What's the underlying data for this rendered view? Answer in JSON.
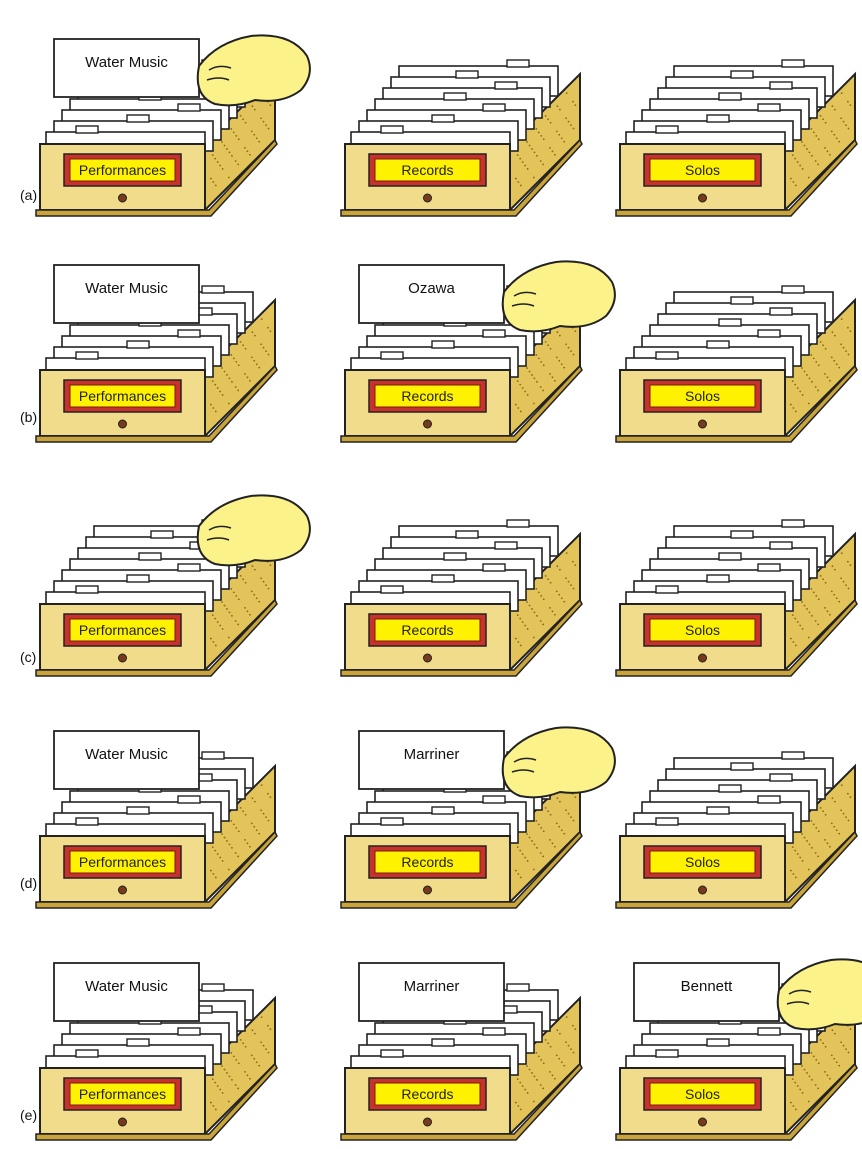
{
  "colors": {
    "box_front": "#f0dc8a",
    "box_side": "#e3c45a",
    "box_dark": "#c9a43a",
    "label_frame": "#c8322c",
    "label_fill": "#fff200",
    "card": "#ffffff",
    "outline": "#222222",
    "hand": "#fbf28a"
  },
  "rows": [
    {
      "tag": "(a)",
      "boxes": [
        {
          "label": "Performances",
          "card": "Water Music",
          "hand": true
        },
        {
          "label": "Records",
          "card": "",
          "hand": false
        },
        {
          "label": "Solos",
          "card": "",
          "hand": false
        }
      ]
    },
    {
      "tag": "(b)",
      "boxes": [
        {
          "label": "Performances",
          "card": "Water Music",
          "hand": false
        },
        {
          "label": "Records",
          "card": "Ozawa",
          "hand": true
        },
        {
          "label": "Solos",
          "card": "",
          "hand": false
        }
      ]
    },
    {
      "tag": "(c)",
      "boxes": [
        {
          "label": "Performances",
          "card": "",
          "hand": true
        },
        {
          "label": "Records",
          "card": "",
          "hand": false
        },
        {
          "label": "Solos",
          "card": "",
          "hand": false
        }
      ]
    },
    {
      "tag": "(d)",
      "boxes": [
        {
          "label": "Performances",
          "card": "Water Music",
          "hand": false
        },
        {
          "label": "Records",
          "card": "Marriner",
          "hand": true
        },
        {
          "label": "Solos",
          "card": "",
          "hand": false
        }
      ]
    },
    {
      "tag": "(e)",
      "boxes": [
        {
          "label": "Performances",
          "card": "Water Music",
          "hand": false
        },
        {
          "label": "Records",
          "card": "Marriner",
          "hand": false
        },
        {
          "label": "Solos",
          "card": "Bennett",
          "hand": true
        }
      ]
    }
  ]
}
